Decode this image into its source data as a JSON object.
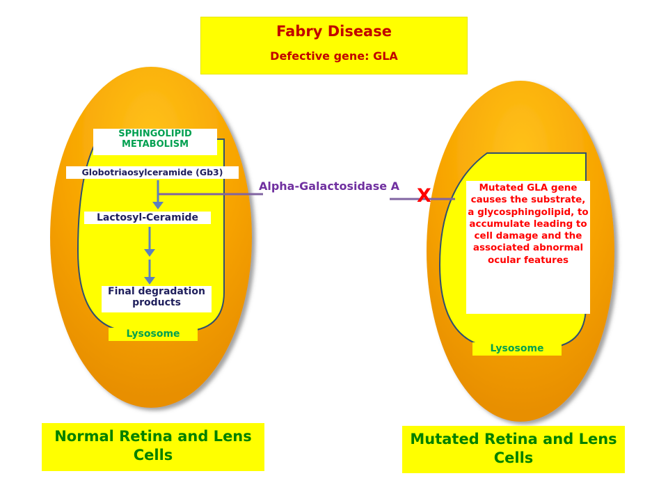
{
  "header": {
    "title": "Fabry Disease",
    "subtitle": "Defective gene: GLA"
  },
  "normal_cell": {
    "pathway_heading": "SPHINGOLIPID METABOLISM",
    "steps": [
      "Globotriaosylceramide (Gb3)",
      "Lactosyl-Ceramide",
      "Final degradation products"
    ],
    "organelle_label": "Lysosome",
    "caption": "Normal Retina and Lens Cells"
  },
  "enzyme": {
    "label": "Alpha-Galactosidase A",
    "blocked_mark": "X"
  },
  "mutated_cell": {
    "description": "Mutated GLA gene causes the substrate, a glycosphingolipid, to accumulate leading to cell damage and the associated abnormal ocular features",
    "organelle_label": "Lysosome",
    "caption": "Mutated Retina and Lens Cells"
  },
  "colors": {
    "cell_fill": "#f5a300",
    "lysosome_fill": "#ffff00",
    "box_fill": "#ffff00",
    "title_text": "#c00000",
    "heading_text": "#00a050",
    "caption_text": "#008000",
    "enzyme_text": "#7030a0",
    "arrow": "#5b7fbf",
    "block_mark": "#ff0000"
  }
}
